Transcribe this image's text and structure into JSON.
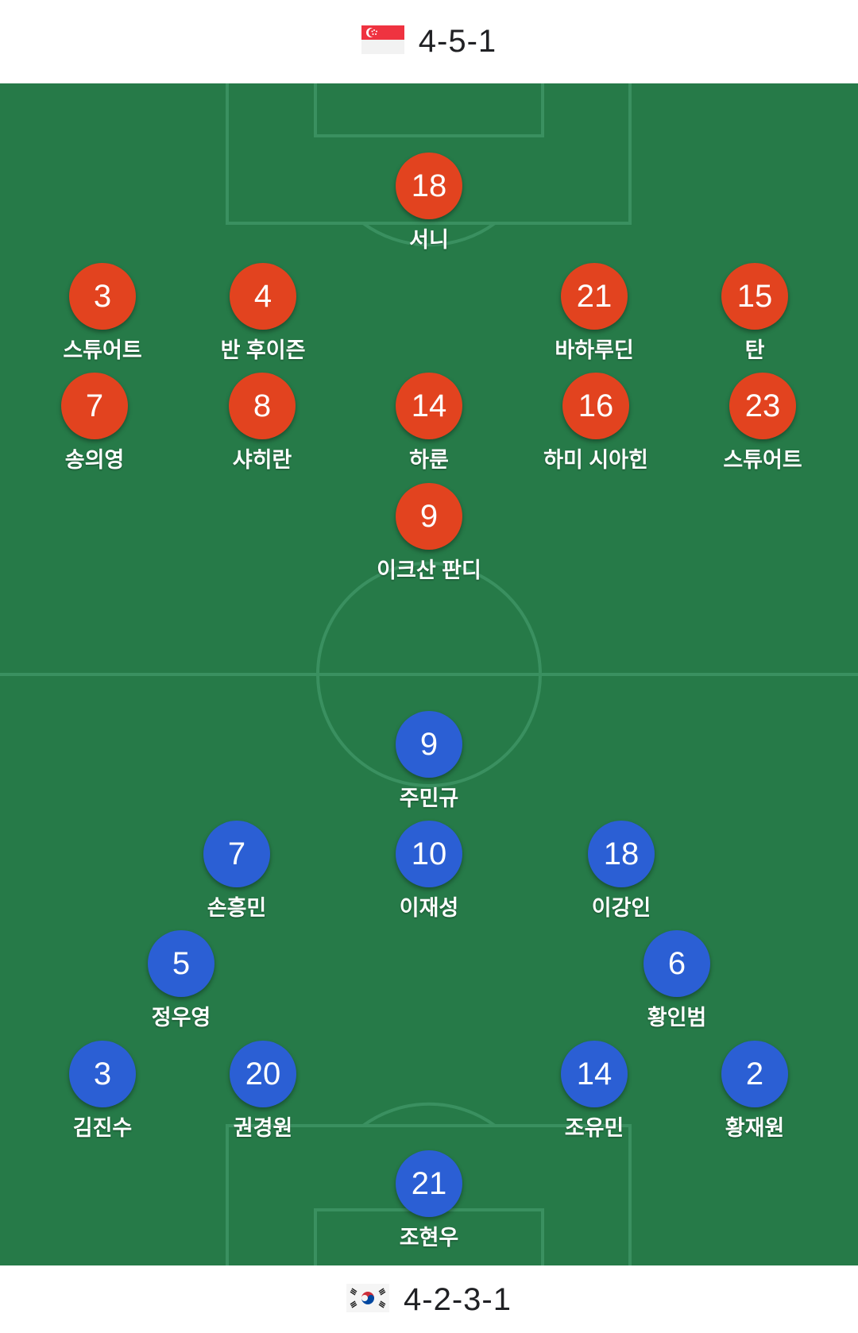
{
  "top_team": {
    "flag_icon": "singapore-flag-icon",
    "formation": "4-5-1",
    "color": "#e2431f",
    "players": [
      {
        "number": "18",
        "name": "서니"
      },
      {
        "number": "3",
        "name": "스튜어트"
      },
      {
        "number": "4",
        "name": "반 후이즌"
      },
      {
        "number": "21",
        "name": "바하루딘"
      },
      {
        "number": "15",
        "name": "탄"
      },
      {
        "number": "7",
        "name": "송의영"
      },
      {
        "number": "8",
        "name": "샤히란"
      },
      {
        "number": "14",
        "name": "하룬"
      },
      {
        "number": "16",
        "name": "하미 시아힌"
      },
      {
        "number": "23",
        "name": "스튜어트"
      },
      {
        "number": "9",
        "name": "이크산 판디"
      }
    ]
  },
  "bottom_team": {
    "flag_icon": "south-korea-flag-icon",
    "formation": "4-2-3-1",
    "color": "#2b5fd4",
    "players": [
      {
        "number": "9",
        "name": "주민규"
      },
      {
        "number": "7",
        "name": "손흥민"
      },
      {
        "number": "10",
        "name": "이재성"
      },
      {
        "number": "18",
        "name": "이강인"
      },
      {
        "number": "5",
        "name": "정우영"
      },
      {
        "number": "6",
        "name": "황인범"
      },
      {
        "number": "3",
        "name": "김진수"
      },
      {
        "number": "20",
        "name": "권경원"
      },
      {
        "number": "14",
        "name": "조유민"
      },
      {
        "number": "2",
        "name": "황재원"
      },
      {
        "number": "21",
        "name": "조현우"
      }
    ]
  },
  "pitch_color": "#267a48"
}
